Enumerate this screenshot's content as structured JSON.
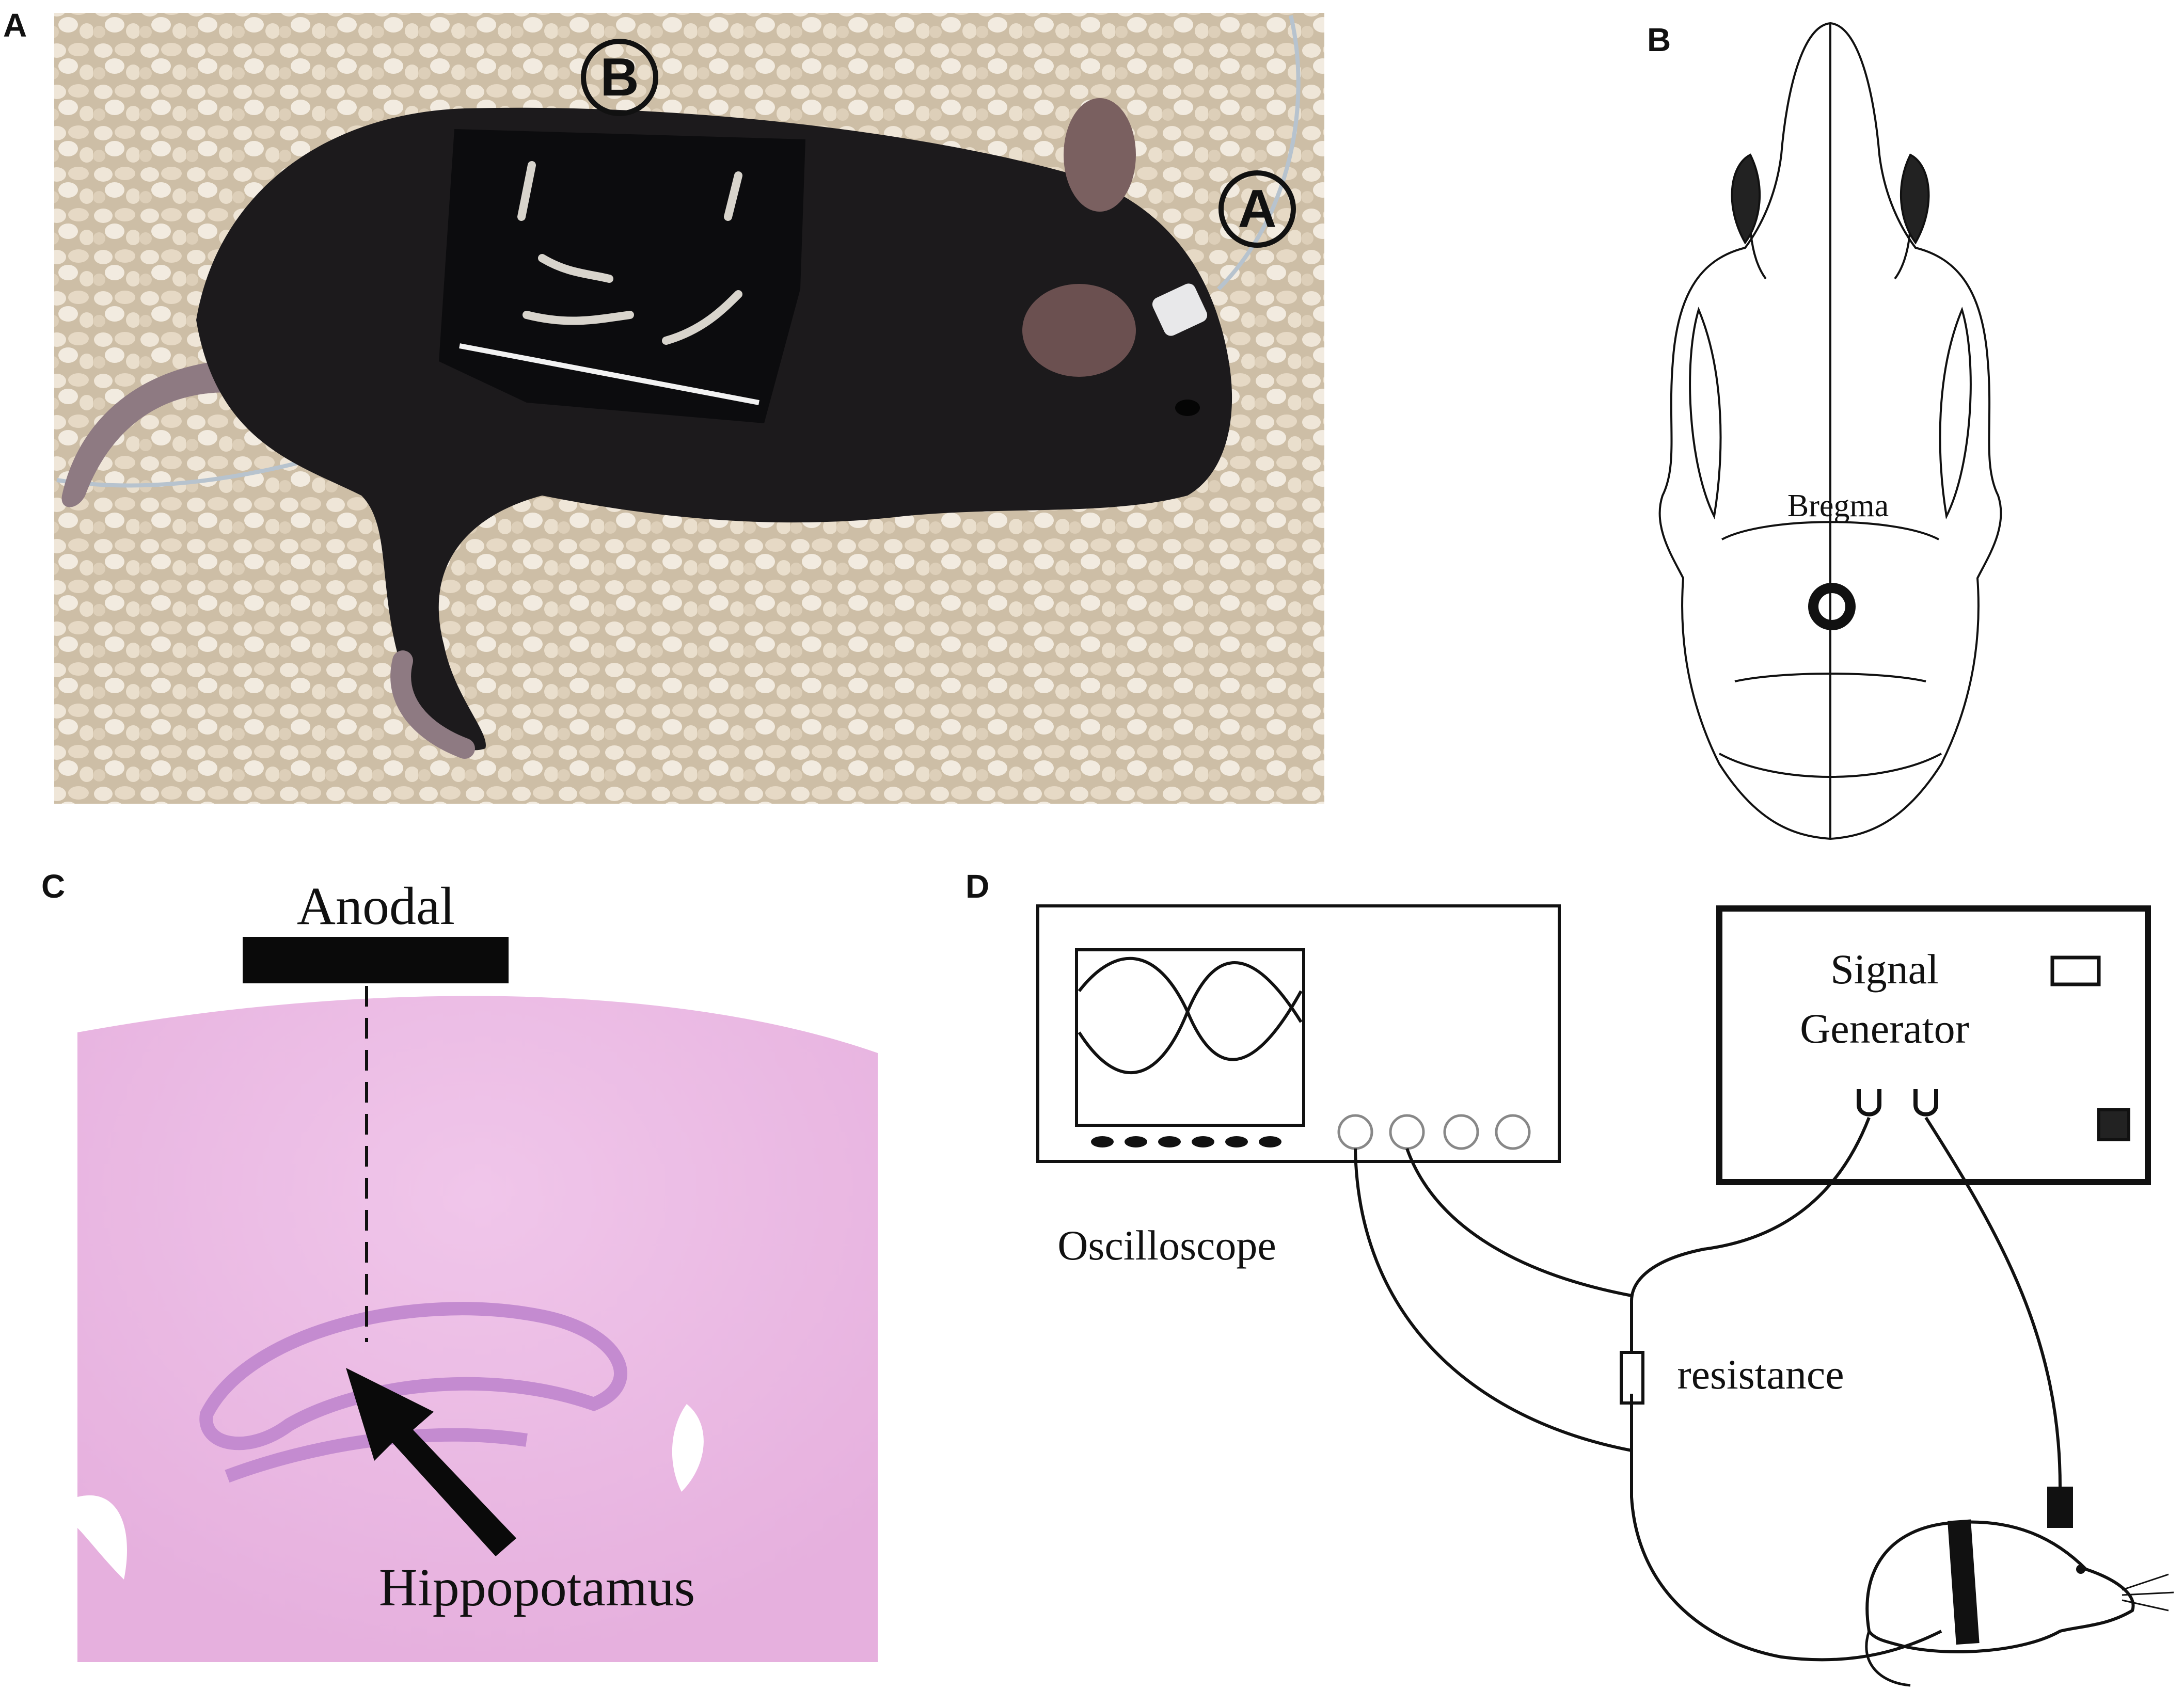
{
  "panels": {
    "a": {
      "letter": "A",
      "marker_a": "A",
      "marker_b": "B"
    },
    "b": {
      "letter": "B",
      "landmark": "Bregma"
    },
    "c": {
      "letter": "C",
      "electrode_label": "Anodal",
      "region_label": "Hippopotamus"
    },
    "d": {
      "letter": "D",
      "oscilloscope_label": "Oscilloscope",
      "generator_label_line1": "Signal",
      "generator_label_line2": "Generator",
      "resistor_label": "resistance"
    }
  },
  "colors": {
    "fur": "#1c1a1c",
    "bedding": "#d9cbb5",
    "tissue": "#eab8e2",
    "tissue_band": "#c88ad0",
    "ink": "#111111"
  }
}
